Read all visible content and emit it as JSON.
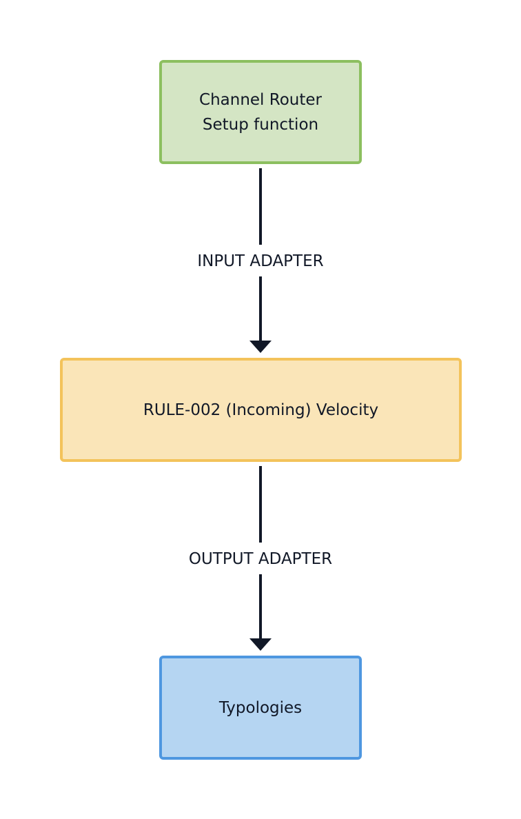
{
  "diagram": {
    "nodes": [
      {
        "id": "channel-router",
        "lines": [
          "Channel Router",
          "Setup function"
        ],
        "fill": "#d4e5c4",
        "border": "#8cbf5f"
      },
      {
        "id": "rule",
        "lines": [
          "RULE-002 (Incoming) Velocity"
        ],
        "fill": "#fae5b8",
        "border": "#f3c35b"
      },
      {
        "id": "typologies",
        "lines": [
          "Typologies"
        ],
        "fill": "#b5d5f2",
        "border": "#4e97e0"
      }
    ],
    "edges": [
      {
        "from": "channel-router",
        "to": "rule",
        "label": "INPUT ADAPTER"
      },
      {
        "from": "rule",
        "to": "typologies",
        "label": "OUTPUT ADAPTER"
      }
    ],
    "edge_color": "#111827"
  }
}
